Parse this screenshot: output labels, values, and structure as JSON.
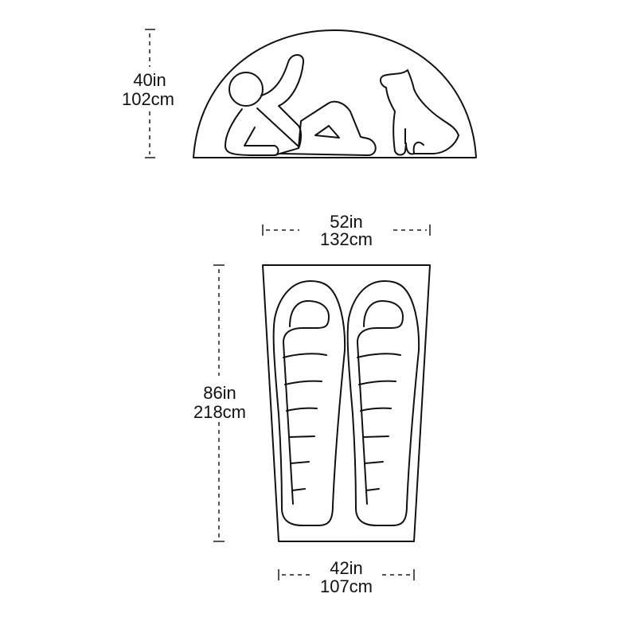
{
  "height_dimension": {
    "inches": "40in",
    "centimeters": "102cm"
  },
  "top_width_dimension": {
    "inches": "52in",
    "centimeters": "132cm"
  },
  "length_dimension": {
    "inches": "86in",
    "centimeters": "218cm"
  },
  "bottom_width_dimension": {
    "inches": "42in",
    "centimeters": "107cm"
  },
  "colors": {
    "outline": "#111111",
    "dimension_line": "#555555",
    "background": "#ffffff"
  }
}
